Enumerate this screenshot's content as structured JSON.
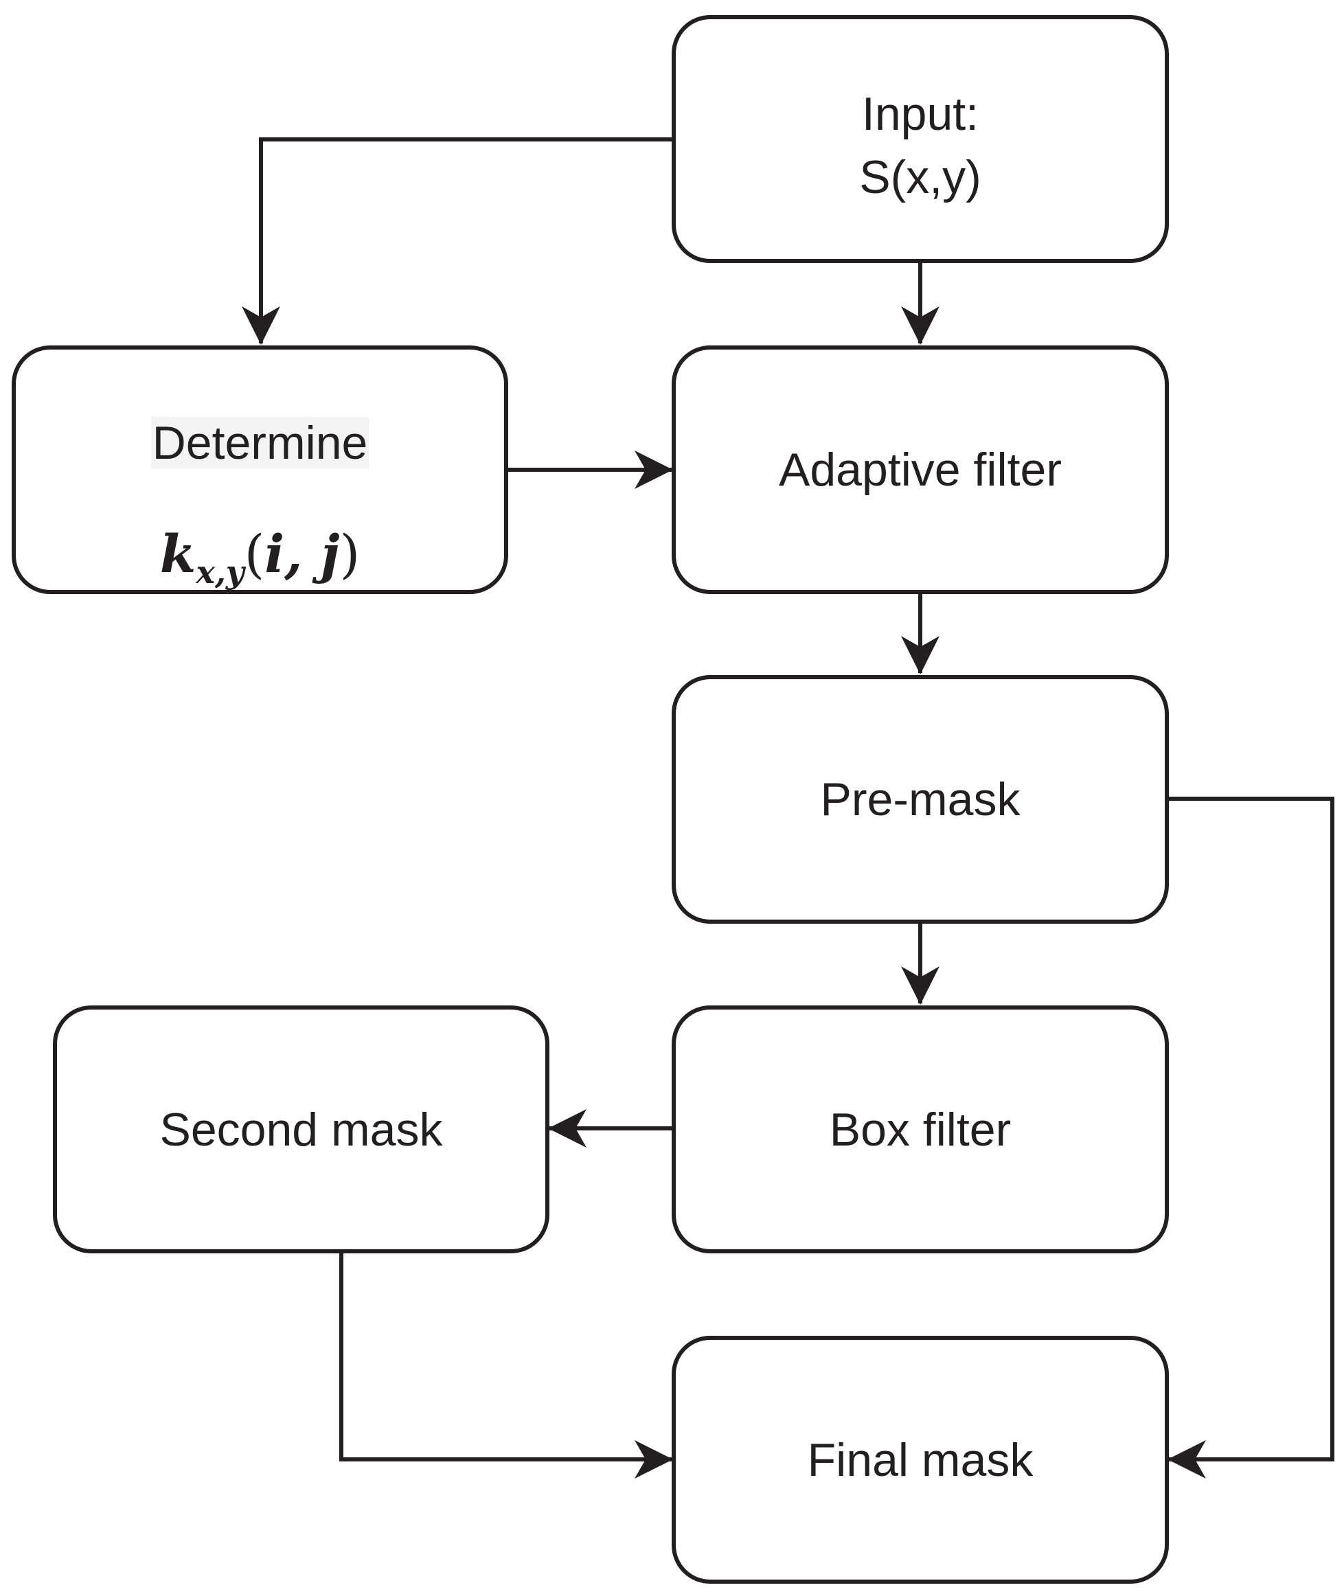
{
  "nodes": {
    "input": {
      "line1": "Input:",
      "line2": "S(x,y)"
    },
    "determine": {
      "label": "Determine",
      "formula": {
        "base": "k",
        "subscript": "x,y",
        "open": "(",
        "args": "i, j",
        "close": ")"
      }
    },
    "adaptive_filter": {
      "label": "Adaptive filter"
    },
    "pre_mask": {
      "label": "Pre-mask"
    },
    "box_filter": {
      "label": "Box filter"
    },
    "second_mask": {
      "label": "Second mask"
    },
    "final_mask": {
      "label": "Final mask"
    }
  },
  "edges": [
    {
      "from": "input",
      "to": "determine"
    },
    {
      "from": "input",
      "to": "adaptive_filter"
    },
    {
      "from": "determine",
      "to": "adaptive_filter"
    },
    {
      "from": "adaptive_filter",
      "to": "pre_mask"
    },
    {
      "from": "pre_mask",
      "to": "box_filter"
    },
    {
      "from": "pre_mask",
      "to": "final_mask"
    },
    {
      "from": "box_filter",
      "to": "second_mask"
    },
    {
      "from": "second_mask",
      "to": "final_mask"
    }
  ],
  "colors": {
    "stroke": "#231f20",
    "background": "#ffffff",
    "label_highlight": "#f4f4f4"
  }
}
